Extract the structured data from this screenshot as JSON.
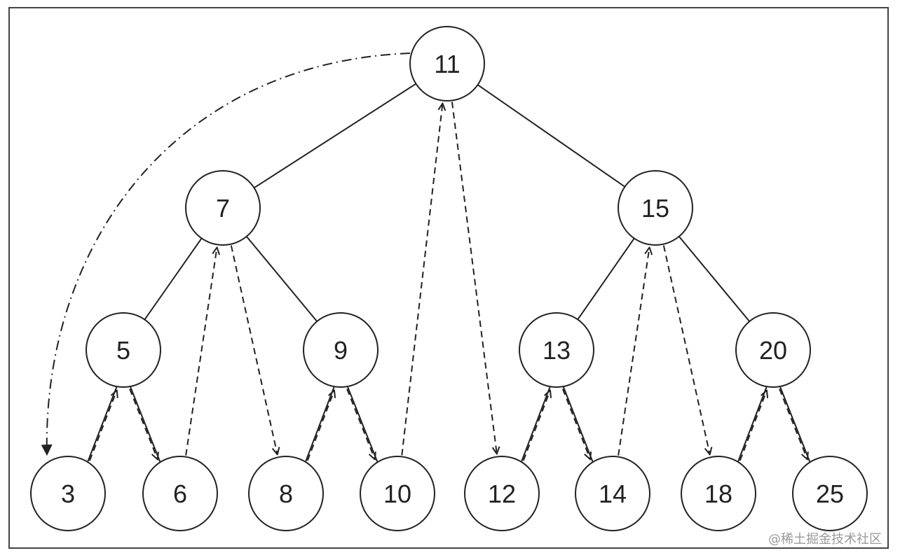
{
  "nodes": [
    {
      "id": "n11",
      "label": "11"
    },
    {
      "id": "n7",
      "label": "7"
    },
    {
      "id": "n15",
      "label": "15"
    },
    {
      "id": "n5",
      "label": "5"
    },
    {
      "id": "n9",
      "label": "9"
    },
    {
      "id": "n13",
      "label": "13"
    },
    {
      "id": "n20",
      "label": "20"
    },
    {
      "id": "n3",
      "label": "3"
    },
    {
      "id": "n6",
      "label": "6"
    },
    {
      "id": "n8",
      "label": "8"
    },
    {
      "id": "n10",
      "label": "10"
    },
    {
      "id": "n12",
      "label": "12"
    },
    {
      "id": "n14",
      "label": "14"
    },
    {
      "id": "n18",
      "label": "18"
    },
    {
      "id": "n25",
      "label": "25"
    }
  ],
  "edges": [
    {
      "from": "n11",
      "to": "n7"
    },
    {
      "from": "n11",
      "to": "n15"
    },
    {
      "from": "n7",
      "to": "n5"
    },
    {
      "from": "n7",
      "to": "n9"
    },
    {
      "from": "n15",
      "to": "n13"
    },
    {
      "from": "n15",
      "to": "n20"
    },
    {
      "from": "n5",
      "to": "n3"
    },
    {
      "from": "n5",
      "to": "n6"
    },
    {
      "from": "n9",
      "to": "n8"
    },
    {
      "from": "n9",
      "to": "n10"
    },
    {
      "from": "n13",
      "to": "n12"
    },
    {
      "from": "n13",
      "to": "n14"
    },
    {
      "from": "n20",
      "to": "n18"
    },
    {
      "from": "n20",
      "to": "n25"
    }
  ],
  "traversal": [
    "n3",
    "n5",
    "n6",
    "n7",
    "n8",
    "n9",
    "n10",
    "n11",
    "n12",
    "n13",
    "n14",
    "n15",
    "n18",
    "n20",
    "n25"
  ],
  "start_arrow": {
    "from": "n11",
    "to": "n3"
  },
  "watermark": "@稀土掘金技术社区"
}
